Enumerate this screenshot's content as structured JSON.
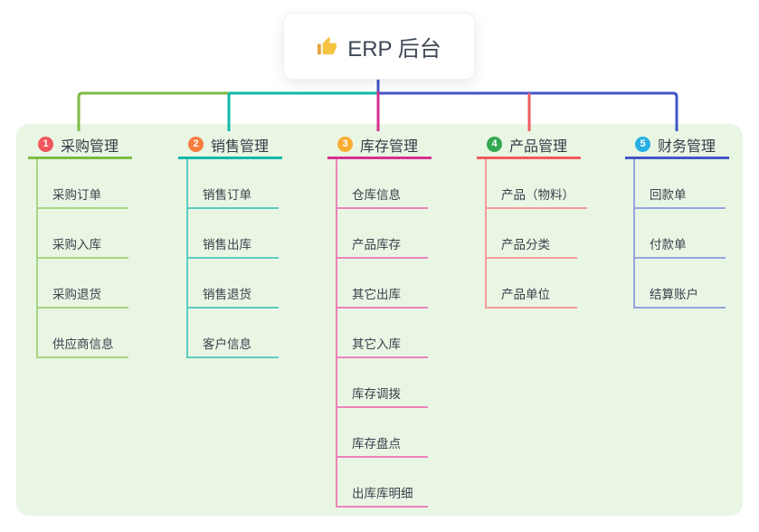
{
  "root": {
    "icon": "thumbs-up-icon",
    "label": "ERP 后台"
  },
  "panel": {
    "background": "#E9F6E4"
  },
  "connector": {
    "root_color": "#4456C7"
  },
  "branches": [
    {
      "num": "1",
      "label": "采购管理",
      "badge_color": "#F0575C",
      "line_color": "#7CBB44",
      "child_line_color": "#A8D583",
      "children": [
        "采购订单",
        "采购入库",
        "采购退货",
        "供应商信息"
      ]
    },
    {
      "num": "2",
      "label": "销售管理",
      "badge_color": "#F77E3F",
      "line_color": "#12B9A9",
      "child_line_color": "#5BCDC0",
      "children": [
        "销售订单",
        "销售出库",
        "销售退货",
        "客户信息"
      ]
    },
    {
      "num": "3",
      "label": "库存管理",
      "badge_color": "#F9AD33",
      "line_color": "#D5308F",
      "child_line_color": "#EE82BA",
      "children": [
        "仓库信息",
        "产品库存",
        "其它出库",
        "其它入库",
        "库存调拨",
        "库存盘点",
        "出库库明细"
      ]
    },
    {
      "num": "4",
      "label": "产品管理",
      "badge_color": "#33A852",
      "line_color": "#F15B5E",
      "child_line_color": "#F59B9B",
      "children": [
        "产品（物料）",
        "产品分类",
        "产品单位"
      ]
    },
    {
      "num": "5",
      "label": "财务管理",
      "badge_color": "#27AEE3",
      "line_color": "#4456C7",
      "child_line_color": "#96A4DE",
      "children": [
        "回款单",
        "付款单",
        "结算账户"
      ]
    }
  ]
}
